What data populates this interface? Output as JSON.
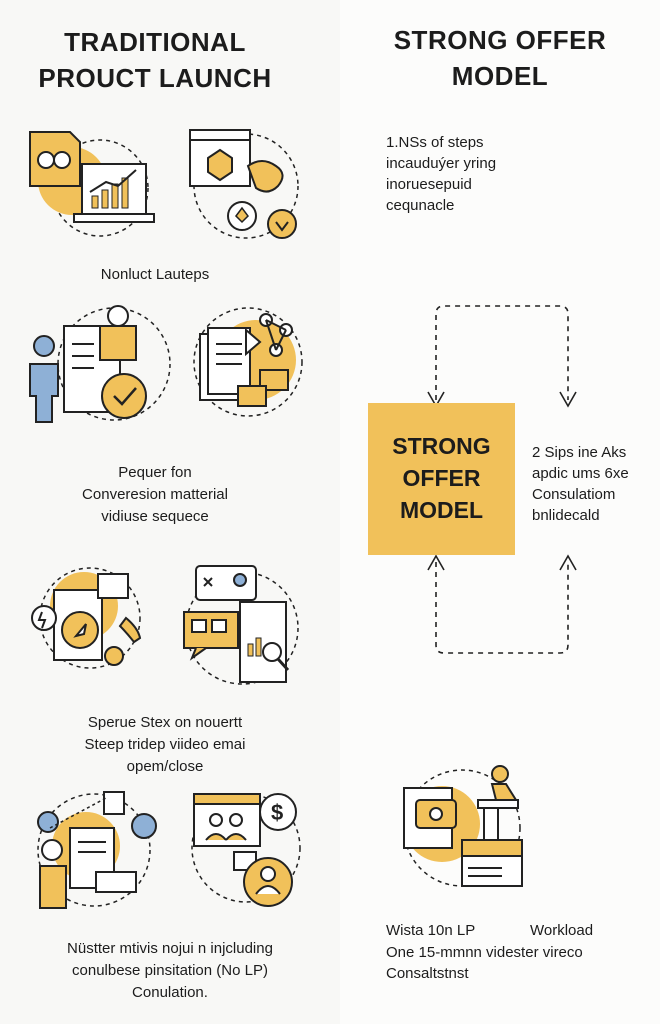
{
  "left": {
    "title": "TRADITIONAL\nPROUCT LAUNCH",
    "captions": [
      "Nonluct Lauteps",
      "Pequer fon\nConveresion matterial\nvidiuse sequece",
      "Sperue Stex on nouertt\nSteep tridep viideo emai\nopem/close",
      "Nüstter mtivis nojui n injcluding\nconulbese pinsitation (No LP)\nConulation."
    ],
    "icons": [
      [
        "handshake-document-icon",
        "analytics-laptop-icon"
      ],
      [
        "person-checklist-icon",
        "documents-network-icon"
      ],
      [
        "target-document-icon",
        "chat-analytics-icon"
      ],
      [
        "presenter-document-icon",
        "video-call-payment-icon"
      ]
    ]
  },
  "right": {
    "title": "STRONG OFFER\nMODEL",
    "step1": "1.NSs of steps\nincauduýer yring\ninoruesepuid\ncequnacle",
    "step2": "2 Sips ine Aks\napdic ums 6xe\nConsulatiom\nbnlidecald",
    "center_label": "STRONG\nOFFER\nMODEL",
    "workload_left": "Wista 10n LP",
    "workload_right": "Workload",
    "bottom_line1": "One 15-mmnn videster vireco",
    "bottom_line2": "Consaltstnst",
    "icon": "presenter-workload-icon"
  },
  "colors": {
    "accent": "#f1c15a",
    "ink": "#1c1c1c",
    "blue": "#8eb0d6"
  }
}
